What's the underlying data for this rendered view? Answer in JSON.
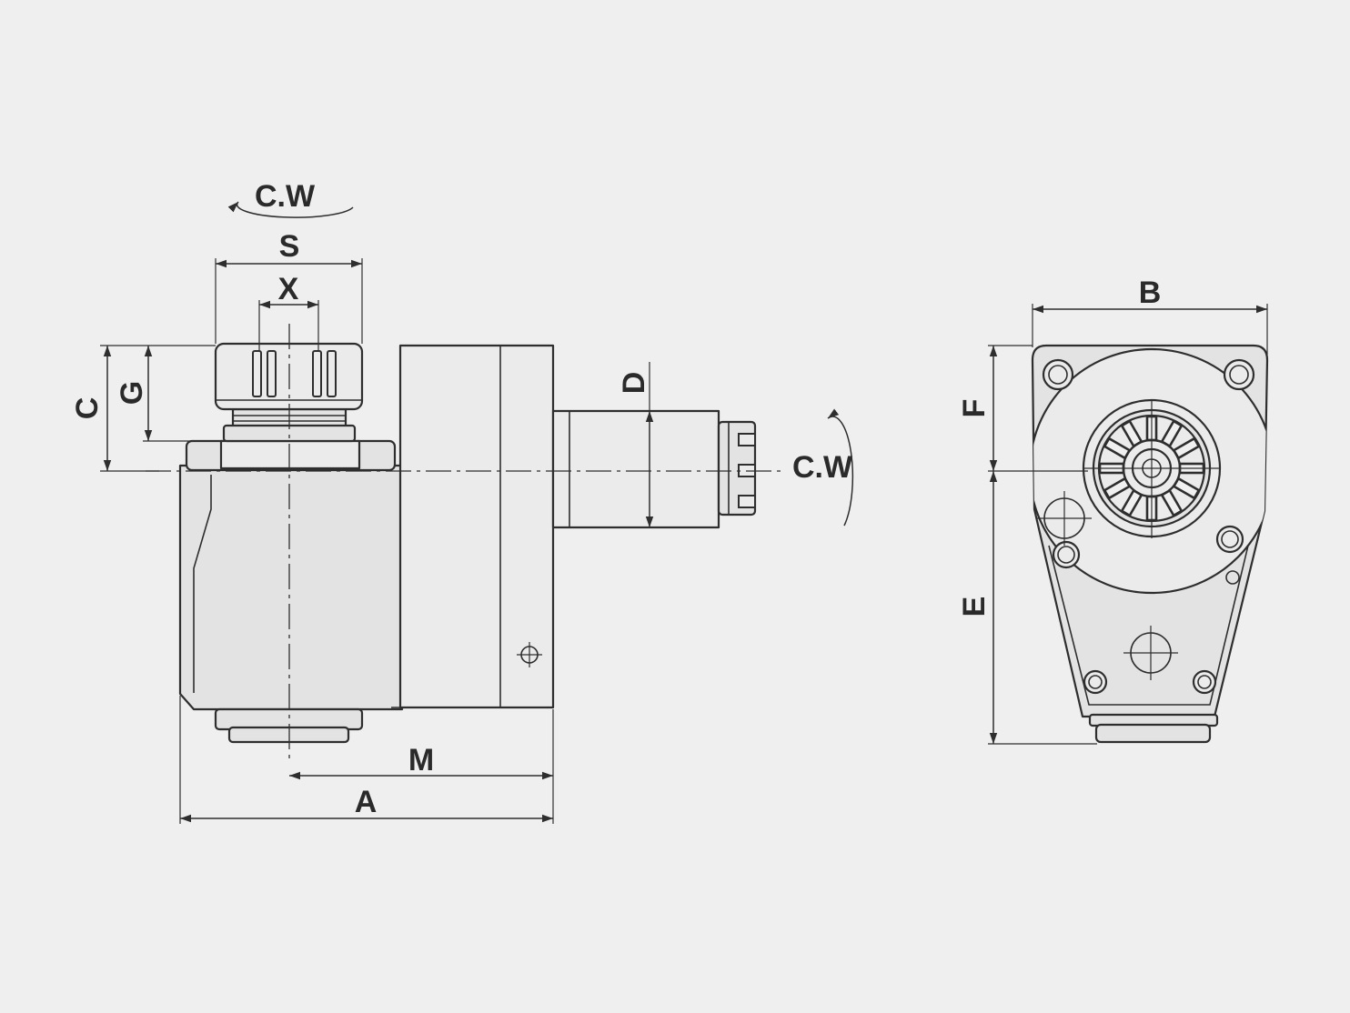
{
  "side_view": {
    "spindle_rotation_label": "C.W",
    "output_rotation_label": "C.W",
    "dimension_labels": {
      "S": "S",
      "X": "X",
      "C": "C",
      "G": "G",
      "D": "D",
      "M": "M",
      "A": "A"
    }
  },
  "front_view": {
    "dimension_labels": {
      "B": "B",
      "F": "F",
      "E": "E"
    }
  },
  "colors": {
    "background": "#efefef",
    "part": "#e3e3e3",
    "part_light": "#ebebeb",
    "line": "#2e2e2e"
  }
}
